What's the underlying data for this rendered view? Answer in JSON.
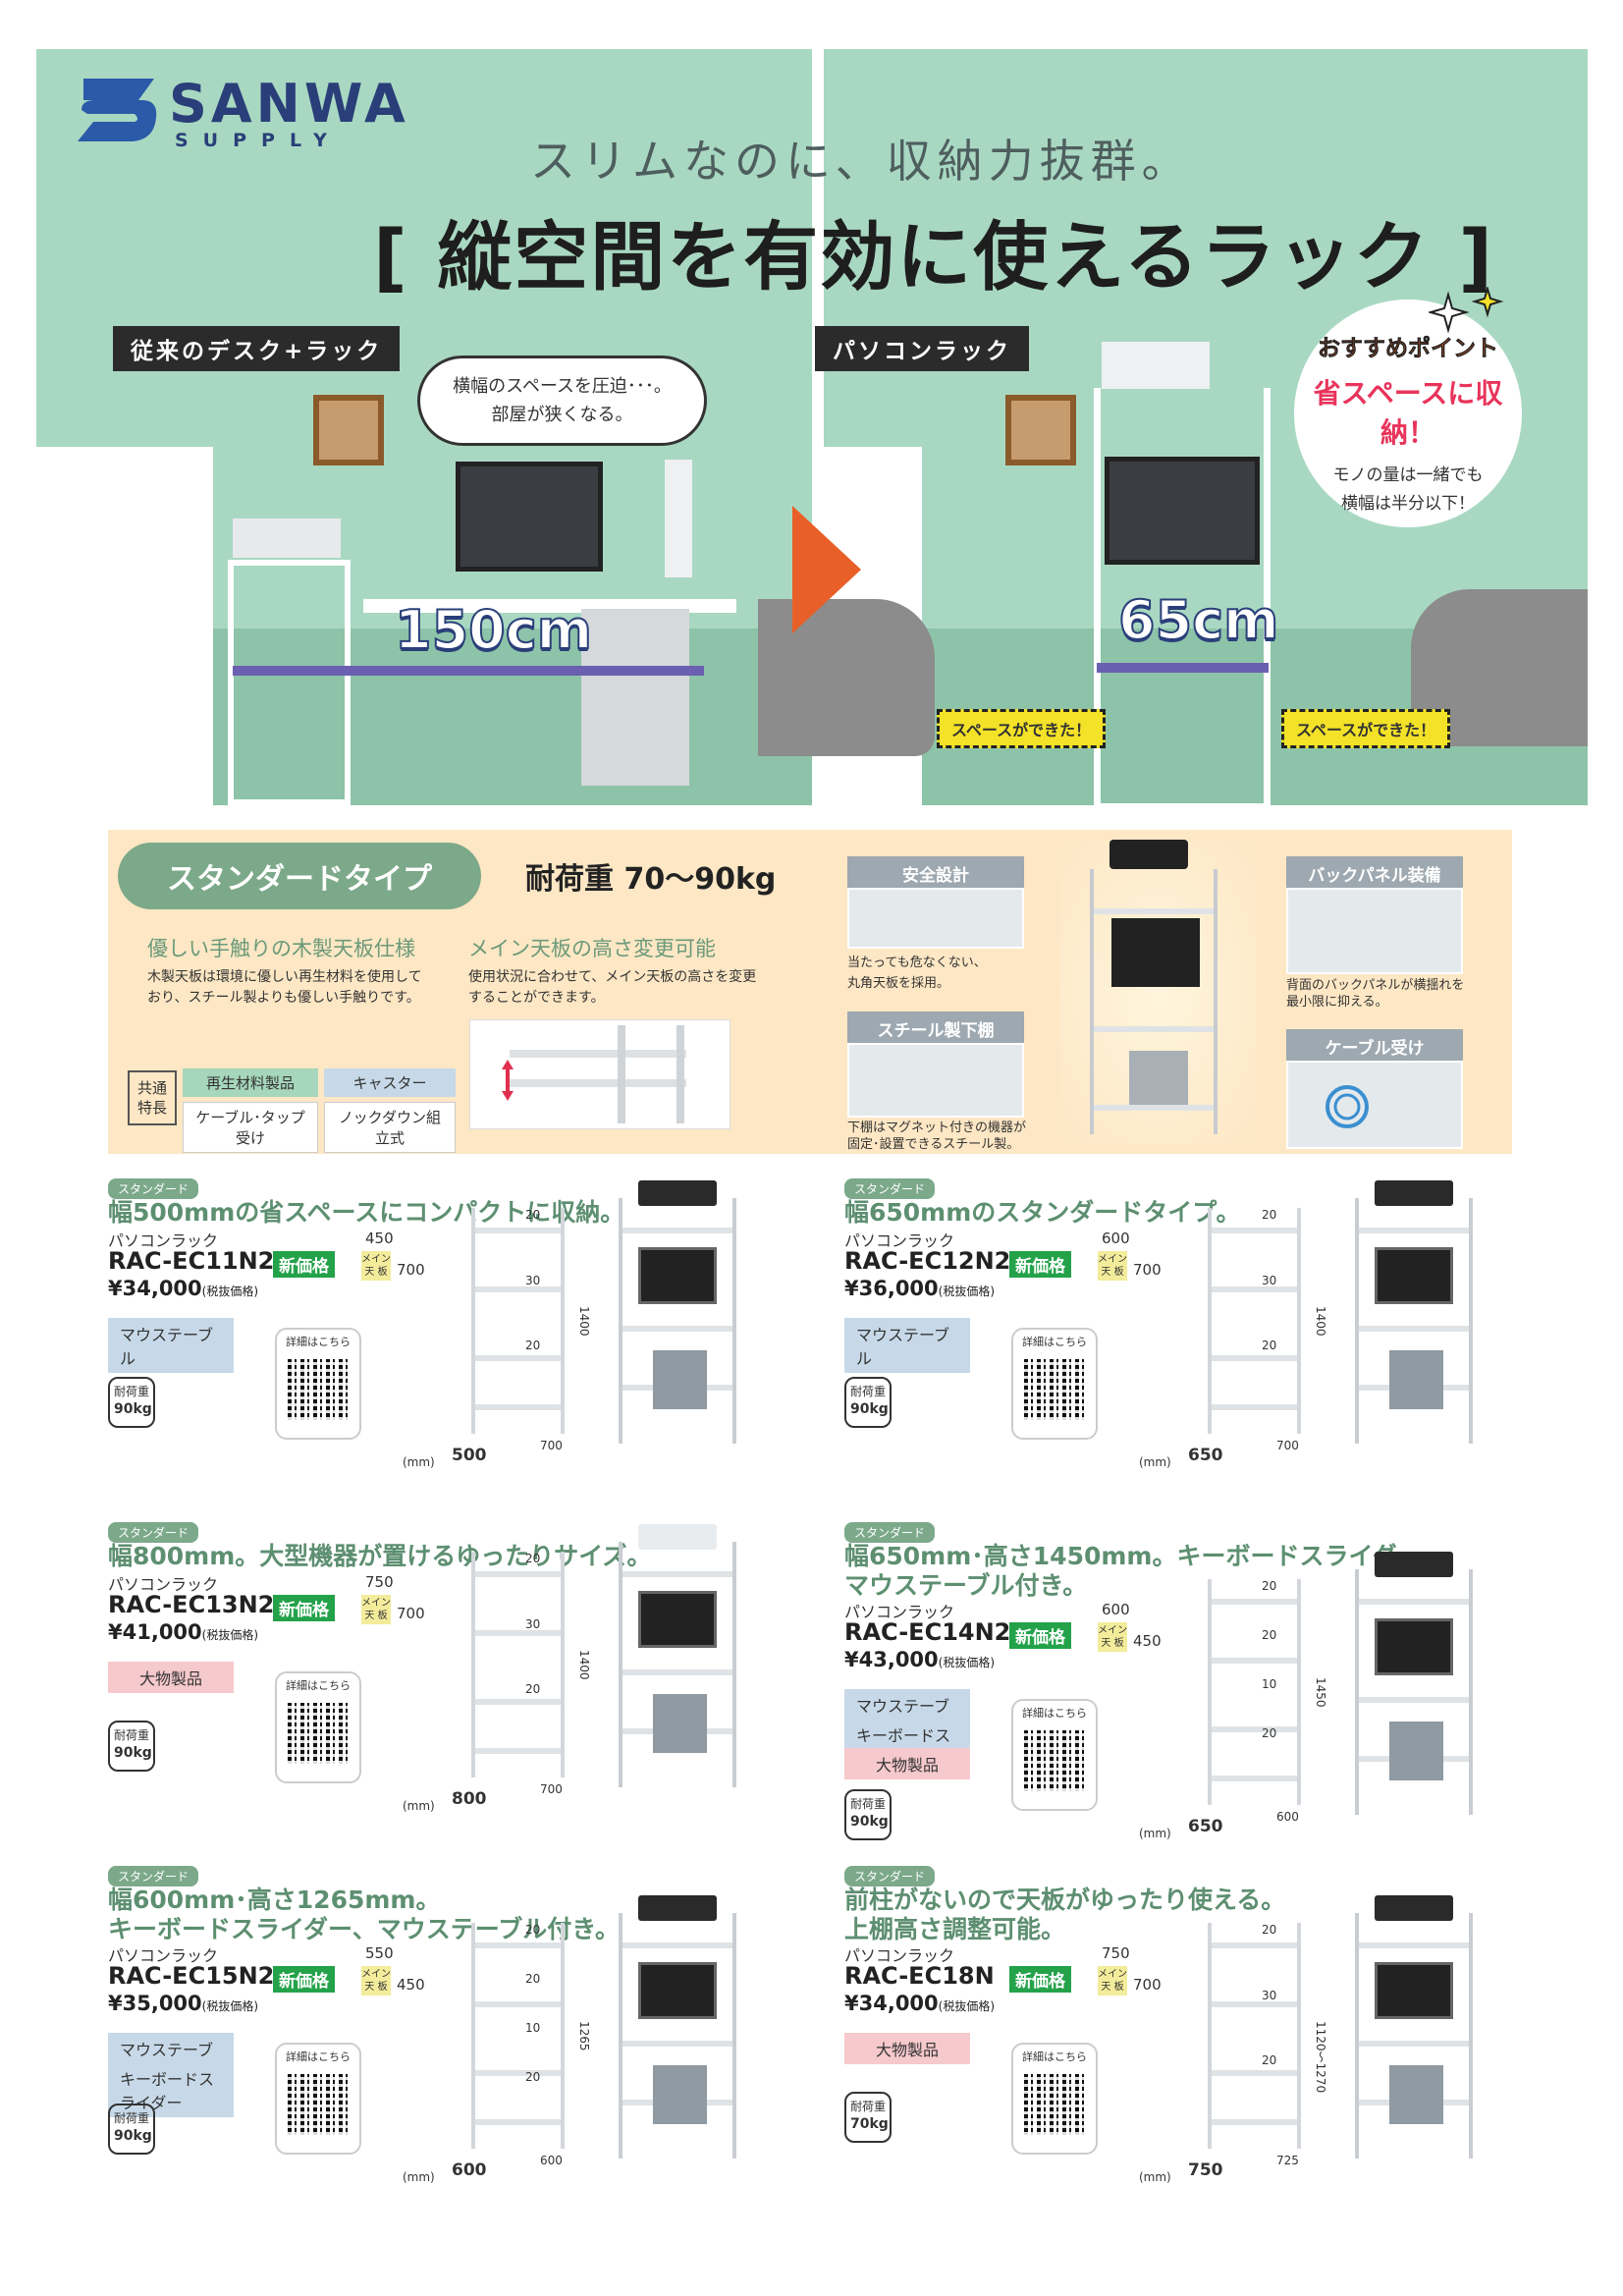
{
  "brand": {
    "name": "SANWA",
    "sub": "SUPPLY"
  },
  "hero": {
    "tagline": "スリムなのに、収納力抜群。",
    "headline": "[ 縦空間を有効に使えるラック ]",
    "left_label": "従来のデスク+ラック",
    "right_label": "パソコンラック",
    "bubble_line1": "横幅のスペースを圧迫･･･。",
    "bubble_line2": "部屋が狭くなる。",
    "left_width": "150cm",
    "right_width": "65cm",
    "space_tag": "スペースができた！",
    "reco_title": "おすすめポイント",
    "reco_main": "省スペースに収納！",
    "reco_line1": "モノの量は一緒でも",
    "reco_line2": "横幅は半分以下！"
  },
  "features": {
    "type_label": "スタンダードタイプ",
    "load": "耐荷重 70〜90kg",
    "f1_title": "優しい手触りの木製天板仕様",
    "f1_body1": "木製天板は環境に優しい再生材料を使用して",
    "f1_body2": "おり、スチール製よりも優しい手触りです。",
    "f2_title": "メイン天板の高さ変更可能",
    "f2_body1": "使用状況に合わせて、メイン天板の高さを変更",
    "f2_body2": "することができます。",
    "common_label1": "共通",
    "common_label2": "特長",
    "chips": [
      "再生材料製品",
      "キャスター",
      "ケーブル･タップ受け",
      "ノックダウン組立式"
    ],
    "safety": "安全設計",
    "safety_body1": "当たっても危なくない、",
    "safety_body2": "丸角天板を採用。",
    "steel": "スチール製下棚",
    "steel_body1": "下棚はマグネット付きの機器が",
    "steel_body2": "固定･設置できるスチール製。",
    "back": "バックパネル装備",
    "back_body1": "背面のバックパネルが横揺れを",
    "back_body2": "最小限に抑える。",
    "cable": "ケーブル受け"
  },
  "common": {
    "tag": "スタンダード",
    "category": "パソコンラック",
    "tax": "(税抜価格)",
    "new": "新価格",
    "qr_caption": "詳細はこちら",
    "load_label": "耐荷重",
    "mm": "(mm)",
    "main_top1": "メイン",
    "main_top2": "天 板"
  },
  "products": [
    {
      "title1": "幅500mmの省スペースにコンパクトに収納。",
      "title2": "",
      "model": "RAC-EC11N2",
      "price": "¥34,000",
      "options": [
        {
          "label": "マウステーブル",
          "kind": "blue"
        }
      ],
      "load": "90kg",
      "top_w": "450",
      "top_d": "700",
      "height": "1400",
      "width": "500",
      "depth": "700",
      "loads": [
        "20",
        "30",
        "20"
      ]
    },
    {
      "title1": "幅650mmのスタンダードタイプ。",
      "title2": "",
      "model": "RAC-EC12N2",
      "price": "¥36,000",
      "options": [
        {
          "label": "マウステーブル",
          "kind": "blue"
        }
      ],
      "load": "90kg",
      "top_w": "600",
      "top_d": "700",
      "height": "1400",
      "width": "650",
      "depth": "700",
      "loads": [
        "20",
        "30",
        "20"
      ]
    },
    {
      "title1": "幅800mm。大型機器が置けるゆったりサイズ。",
      "title2": "",
      "model": "RAC-EC13N2",
      "price": "¥41,000",
      "options": [
        {
          "label": "大物製品",
          "kind": "pink"
        }
      ],
      "load": "90kg",
      "top_w": "750",
      "top_d": "700",
      "height": "1400",
      "width": "800",
      "depth": "700",
      "loads": [
        "20",
        "30",
        "20"
      ]
    },
    {
      "title1": "幅650mm･高さ1450mm。キーボードスライダー、",
      "title2": "マウステーブル付き。",
      "model": "RAC-EC14N2",
      "price": "¥43,000",
      "options": [
        {
          "label": "マウステーブル",
          "kind": "blue"
        },
        {
          "label": "キーボードスライダー",
          "kind": "blue"
        },
        {
          "label": "大物製品",
          "kind": "pink"
        }
      ],
      "load": "90kg",
      "top_w": "600",
      "top_d": "450",
      "height": "1450",
      "width": "650",
      "depth": "600",
      "loads": [
        "20",
        "20",
        "10",
        "20"
      ]
    },
    {
      "title1": "幅600mm･高さ1265mm。",
      "title2": "キーボードスライダー、マウステーブル付き。",
      "model": "RAC-EC15N2",
      "price": "¥35,000",
      "options": [
        {
          "label": "マウステーブル",
          "kind": "blue"
        },
        {
          "label": "キーボードスライダー",
          "kind": "blue"
        }
      ],
      "load": "90kg",
      "top_w": "550",
      "top_d": "450",
      "height": "1265",
      "width": "600",
      "depth": "600",
      "loads": [
        "20",
        "20",
        "10",
        "20"
      ]
    },
    {
      "title1": "前柱がないので天板がゆったり使える。",
      "title2": "上棚高さ調整可能。",
      "model": "RAC-EC18N",
      "price": "¥34,000",
      "options": [
        {
          "label": "大物製品",
          "kind": "pink"
        }
      ],
      "load": "70kg",
      "top_w": "750",
      "top_d": "700",
      "height": "1120〜1270",
      "width": "750",
      "depth": "725",
      "loads": [
        "20",
        "30",
        "20"
      ]
    }
  ]
}
